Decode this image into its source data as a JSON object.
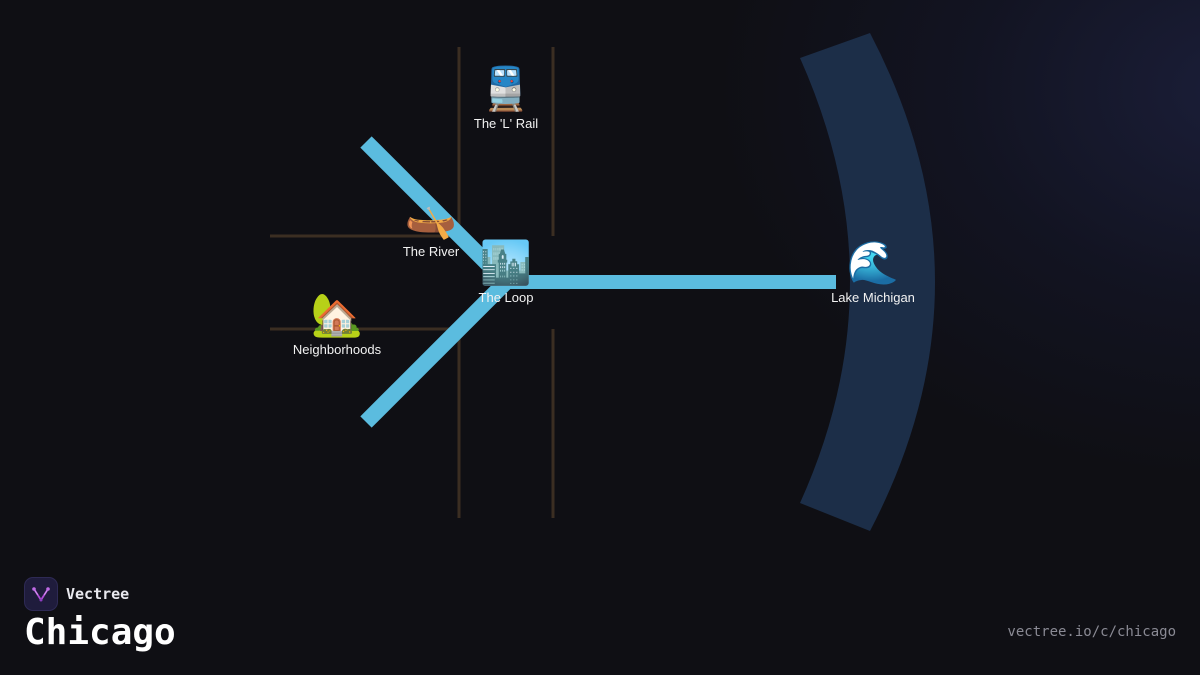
{
  "brand": {
    "name": "Vectree",
    "logo_icon": "vectree-logo-icon",
    "logo_color": "#b04dd8"
  },
  "title": "Chicago",
  "url": "vectree.io/c/chicago",
  "colors": {
    "river": "#5bbcdf",
    "streets": "#3b2e22",
    "lake": "#1c2e48",
    "background": "#0f0f14"
  },
  "nodes": {
    "rail": {
      "label": "The 'L' Rail",
      "icon": "🚆",
      "icon_name": "train-icon"
    },
    "river": {
      "label": "The River",
      "icon": "🛶",
      "icon_name": "canoe-icon"
    },
    "loop": {
      "label": "The Loop",
      "icon": "🏙️",
      "icon_name": "cityscape-icon"
    },
    "neighborhoods": {
      "label": "Neighborhoods",
      "icon": "🏡",
      "icon_name": "house-icon"
    },
    "lake": {
      "label": "Lake Michigan",
      "icon": "🌊",
      "icon_name": "wave-icon"
    }
  }
}
